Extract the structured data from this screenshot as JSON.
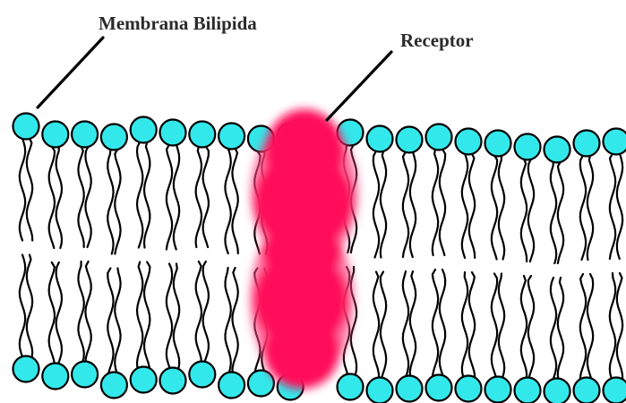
{
  "labels": {
    "membrane": "Membrana Bilipida",
    "receptor": "Receptor"
  },
  "colors": {
    "head_fill": "#33e8ea",
    "head_stroke": "#000000",
    "tail_stroke": "#000000",
    "receptor_fill": "#ff0a5a",
    "receptor_glow": "#ff4a85",
    "label_color": "#2b2b2b"
  },
  "structure": {
    "lipid_columns": 22,
    "receptor_after_column": 9
  }
}
